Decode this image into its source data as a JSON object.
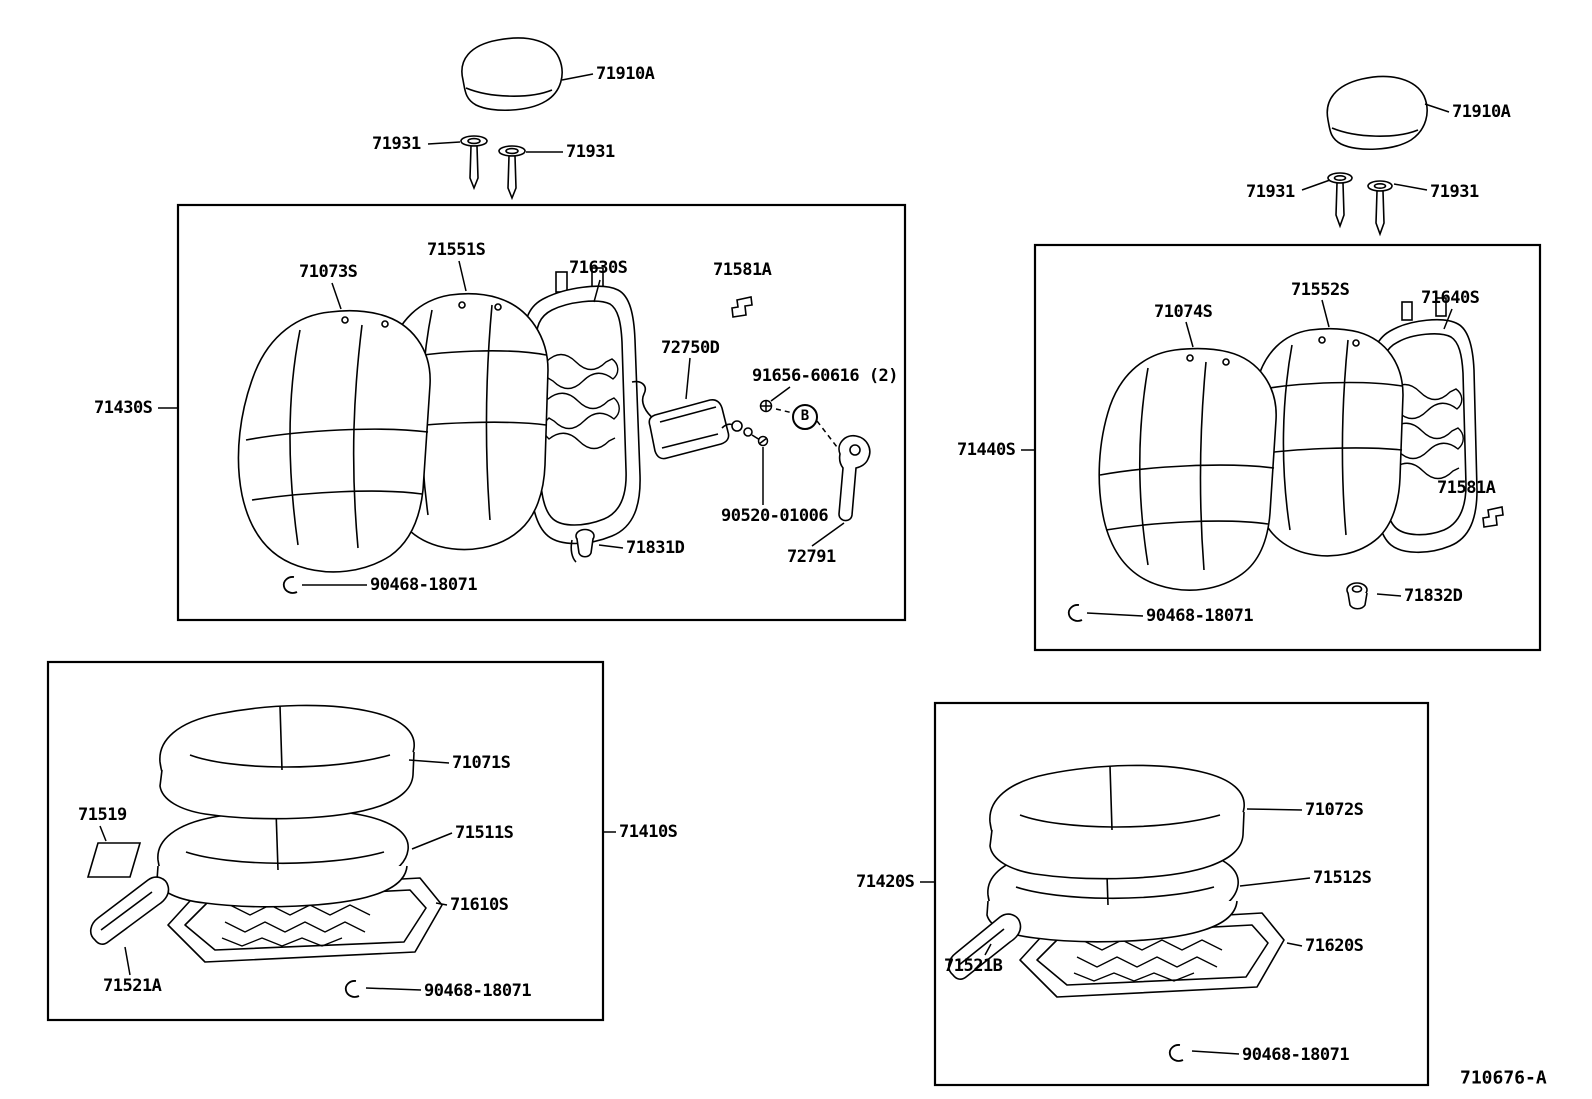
{
  "figure": {
    "code": "710676-A"
  },
  "colors": {
    "ink": "#000000",
    "background": "#ffffff"
  },
  "headrests": {
    "left": {
      "headrest": "71910A",
      "pin_left": "71931",
      "pin_right": "71931"
    },
    "right": {
      "headrest": "71910A",
      "pin_left": "71931",
      "pin_right": "71931"
    }
  },
  "seatback_left": {
    "assembly": "71430S",
    "cover": "71073S",
    "pad": "71551S",
    "frame": "71630S",
    "bracket": "71581A",
    "lumbar_support": "72750D",
    "screw": "91656-60616 (2)",
    "detail_marker": "B",
    "bolt": "90520-01006",
    "lever": "72791",
    "clip": "71831D",
    "hog_ring": "90468-18071"
  },
  "seatback_right": {
    "assembly": "71440S",
    "cover": "71074S",
    "pad": "71552S",
    "frame": "71640S",
    "bracket": "71581A",
    "clip": "71832D",
    "hog_ring": "90468-18071"
  },
  "cushion_left": {
    "assembly": "71410S",
    "cover": "71071S",
    "pad": "71511S",
    "frame": "71610S",
    "pocket": "71519",
    "shield": "71521A",
    "hog_ring": "90468-18071"
  },
  "cushion_right": {
    "assembly": "71420S",
    "cover": "71072S",
    "pad": "71512S",
    "frame": "71620S",
    "shield": "71521B",
    "hog_ring": "90468-18071"
  }
}
